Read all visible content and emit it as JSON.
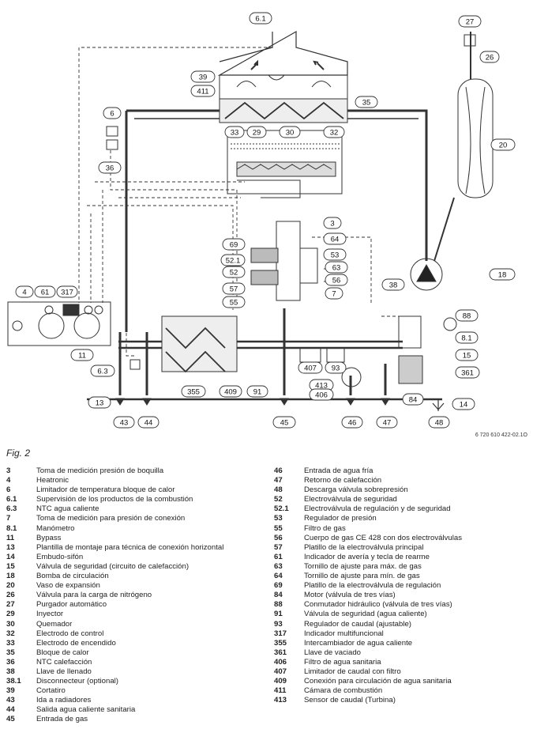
{
  "figure": {
    "caption": "Fig. 2",
    "code": "6 720 610 422-02.1O",
    "callouts": [
      "3",
      "4",
      "6",
      "6.1",
      "6.3",
      "7",
      "8.1",
      "11",
      "13",
      "14",
      "15",
      "18",
      "20",
      "26",
      "27",
      "29",
      "30",
      "32",
      "33",
      "35",
      "36",
      "38",
      "39",
      "43",
      "44",
      "45",
      "46",
      "47",
      "48",
      "52",
      "52.1",
      "53",
      "55",
      "56",
      "57",
      "61",
      "63",
      "64",
      "69",
      "84",
      "88",
      "91",
      "93",
      "317",
      "355",
      "361",
      "406",
      "407",
      "409",
      "411",
      "413"
    ]
  },
  "legend_left": [
    {
      "k": "3",
      "v": "Toma de medición presión de boquilla"
    },
    {
      "k": "4",
      "v": "Heatronic"
    },
    {
      "k": "6",
      "v": "Limitador de temperatura bloque de calor"
    },
    {
      "k": "6.1",
      "v": "Supervisión de los productos de la combustión"
    },
    {
      "k": "6.3",
      "v": "NTC agua caliente"
    },
    {
      "k": "7",
      "v": "Toma de medición para presión de conexión"
    },
    {
      "k": "8.1",
      "v": "Manómetro"
    },
    {
      "k": "11",
      "v": "Bypass"
    },
    {
      "k": "13",
      "v": "Plantilla de montaje para técnica de conexión horizontal"
    },
    {
      "k": "14",
      "v": "Embudo-sifón"
    },
    {
      "k": "15",
      "v": "Válvula de seguridad (circuito de calefacción)"
    },
    {
      "k": "18",
      "v": "Bomba de circulación"
    },
    {
      "k": "20",
      "v": "Vaso de expansión"
    },
    {
      "k": "26",
      "v": "Válvula para la carga de nitrógeno"
    },
    {
      "k": "27",
      "v": "Purgador automático"
    },
    {
      "k": "29",
      "v": "Inyector"
    },
    {
      "k": "30",
      "v": "Quemador"
    },
    {
      "k": "32",
      "v": "Electrodo de control"
    },
    {
      "k": "33",
      "v": "Electrodo de encendido"
    },
    {
      "k": "35",
      "v": "Bloque de calor"
    },
    {
      "k": "36",
      "v": "NTC calefacción"
    },
    {
      "k": "38",
      "v": "Llave de llenado"
    },
    {
      "k": "38.1",
      "v": "Disconnecteur (optional)"
    },
    {
      "k": "39",
      "v": "Cortatiro"
    },
    {
      "k": "43",
      "v": "Ida a radiadores"
    },
    {
      "k": "44",
      "v": "Salida agua caliente sanitaria"
    },
    {
      "k": "45",
      "v": "Entrada de gas"
    }
  ],
  "legend_right": [
    {
      "k": "46",
      "v": "Entrada de agua fría"
    },
    {
      "k": "47",
      "v": "Retorno de calefacción"
    },
    {
      "k": "48",
      "v": "Descarga válvula sobrepresión"
    },
    {
      "k": "52",
      "v": "Electroválvula de seguridad"
    },
    {
      "k": "52.1",
      "v": "Electroválvula de regulación y de seguridad"
    },
    {
      "k": "53",
      "v": "Regulador de presión"
    },
    {
      "k": "55",
      "v": "Filtro de gas"
    },
    {
      "k": "56",
      "v": "Cuerpo de gas CE 428 con dos electroválvulas"
    },
    {
      "k": "57",
      "v": "Platillo de la electroválvula principal"
    },
    {
      "k": "61",
      "v": "Indicador de avería y tecla de rearme"
    },
    {
      "k": "63",
      "v": "Tornillo de ajuste para máx. de gas"
    },
    {
      "k": "64",
      "v": "Tornillo de ajuste para mín. de gas"
    },
    {
      "k": "69",
      "v": "Platillo de la electroválvula de regulación"
    },
    {
      "k": "84",
      "v": "Motor (válvula de tres vías)"
    },
    {
      "k": "88",
      "v": "Conmutador hidráulico (válvula de tres vías)"
    },
    {
      "k": "91",
      "v": "Válvula de seguridad (agua caliente)"
    },
    {
      "k": "93",
      "v": "Regulador de caudal (ajustable)"
    },
    {
      "k": "317",
      "v": "Indicador multifuncional"
    },
    {
      "k": "355",
      "v": "Intercambiador de agua caliente"
    },
    {
      "k": "361",
      "v": "Llave de vaciado"
    },
    {
      "k": "406",
      "v": "Filtro de agua sanitaria"
    },
    {
      "k": "407",
      "v": "Limitador de caudal con filtro"
    },
    {
      "k": "409",
      "v": "Conexión para circulación de agua sanitaria"
    },
    {
      "k": "411",
      "v": "Cámara de combustión"
    },
    {
      "k": "413",
      "v": "Sensor de caudal (Turbina)"
    }
  ]
}
